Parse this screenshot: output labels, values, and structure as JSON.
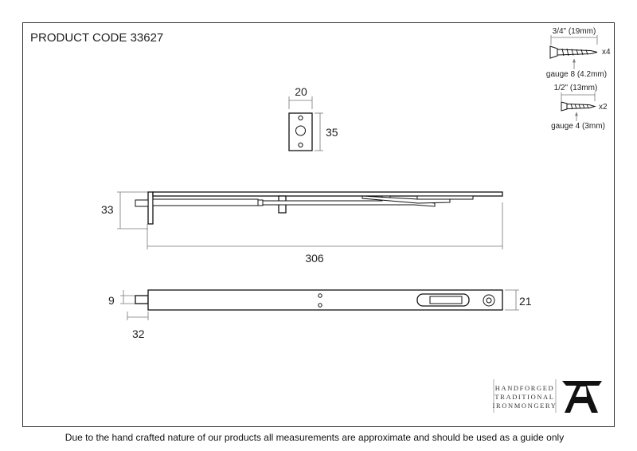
{
  "header": {
    "product_code": "PRODUCT CODE 33627"
  },
  "screws": [
    {
      "length": "3/4\" (19mm)",
      "gauge": "gauge 8 (4.2mm)",
      "quantity": "x4"
    },
    {
      "length": "1/2\" (13mm)",
      "gauge": "gauge 4 (3mm)",
      "quantity": "x2"
    }
  ],
  "dimensions": {
    "keep_width": "20",
    "keep_height": "35",
    "side_height": "33",
    "overall_length": "306",
    "bolt_width": "9",
    "bolt_projection": "32",
    "plate_width": "21"
  },
  "brand": {
    "line1": "HANDFORGED",
    "line2": "TRADITIONAL",
    "line3": "IRONMONGERY",
    "logo": "anvil-a-icon"
  },
  "footer": {
    "disclaimer": "Due to the hand crafted nature of our products all measurements are approximate and should be used as a guide only"
  }
}
